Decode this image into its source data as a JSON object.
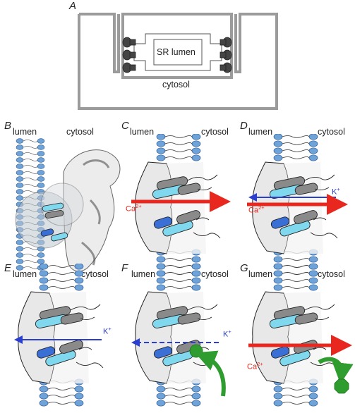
{
  "panels": {
    "A": {
      "letter": "A",
      "sr_lumen": "SR lumen",
      "cytosol": "cytosol"
    },
    "B": {
      "letter": "B",
      "lumen": "lumen",
      "cytosol": "cytosol"
    },
    "C": {
      "letter": "C",
      "lumen": "lumen",
      "cytosol": "cytosol",
      "ion1": "Ca",
      "ion1_sup": "2+"
    },
    "D": {
      "letter": "D",
      "lumen": "lumen",
      "cytosol": "cytosol",
      "ion1": "Ca",
      "ion1_sup": "2+",
      "ion2": "K",
      "ion2_sup": "+"
    },
    "E": {
      "letter": "E",
      "lumen": "lumen",
      "cytosol": "cytosol",
      "ion2": "K",
      "ion2_sup": "+"
    },
    "F": {
      "letter": "F",
      "lumen": "lumen",
      "cytosol": "cytosol",
      "ion2": "K",
      "ion2_sup": "+"
    },
    "G": {
      "letter": "G",
      "lumen": "lumen",
      "cytosol": "cytosol",
      "ion1": "Ca",
      "ion1_sup": "2+"
    }
  },
  "colors": {
    "membrane_outline": "#9b9b9b",
    "lipid_head": "#6fa3d8",
    "calcium_arrow": "#e8281e",
    "potassium_arrow": "#2a3fd0",
    "blocker": "#2e9c2e",
    "helix_cyan": "#7fd8ee",
    "helix_blue": "#3a6fd6",
    "helix_grey": "#8a8a8a"
  }
}
